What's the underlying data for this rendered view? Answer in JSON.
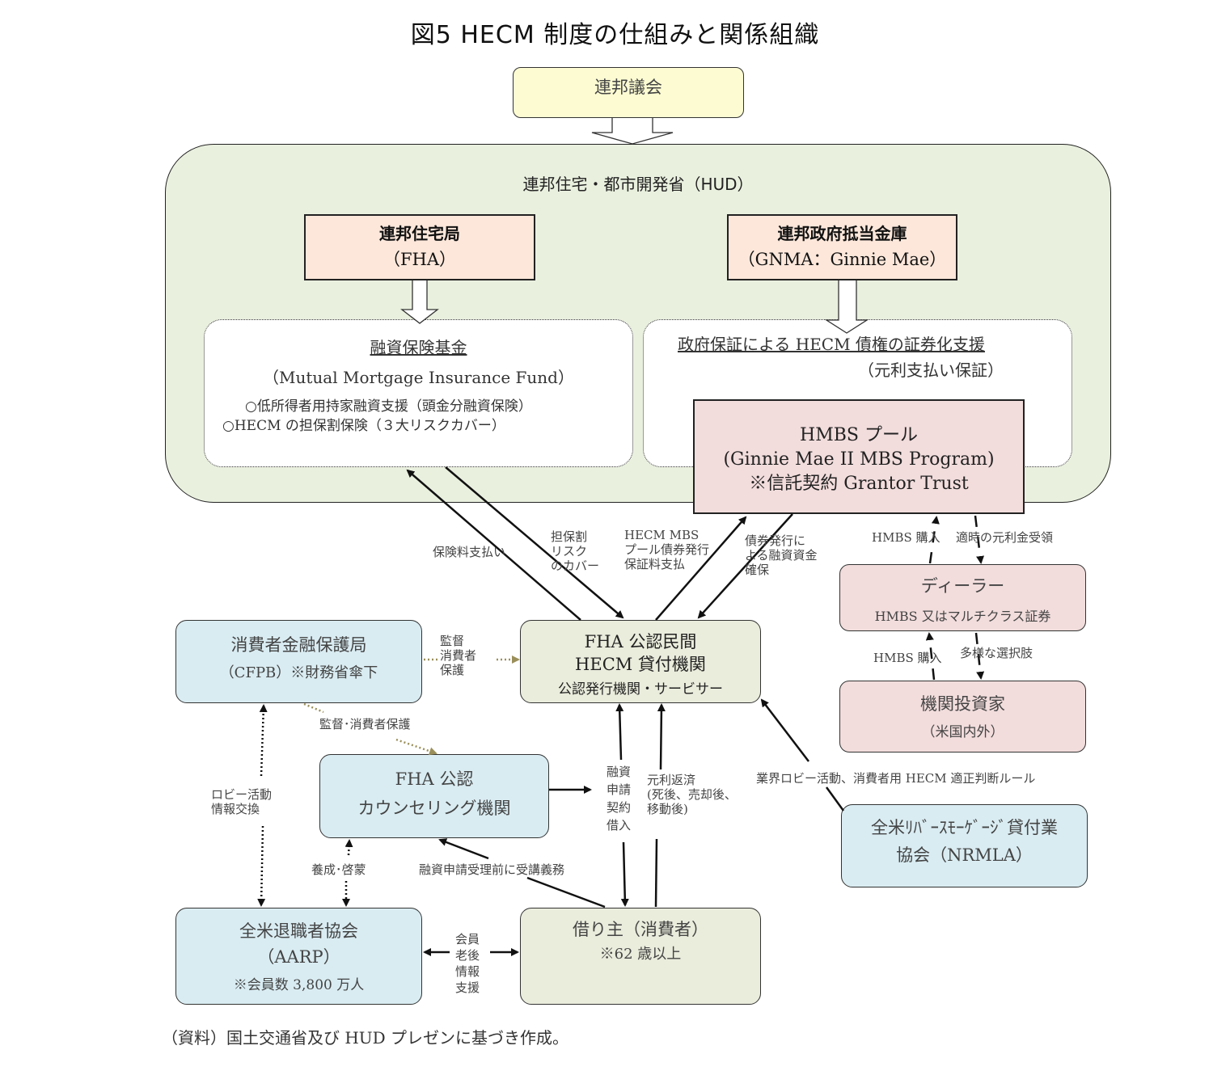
{
  "title": "図5  HECM 制度の仕組みと関係組織",
  "congress": {
    "label": "連邦議会"
  },
  "hud": {
    "label": "連邦住宅・都市開発省（HUD）"
  },
  "fha": {
    "name": "連邦住宅局",
    "abbr": "（FHA）"
  },
  "gnma": {
    "name": "連邦政府抵当金庫",
    "abbr": "（GNMA：Ginnie Mae）"
  },
  "mmif": {
    "title": "融資保険基金",
    "english": "（Mutual Mortgage Insurance Fund）",
    "items": [
      "○低所得者用持家融資支援（頭金分融資保険）",
      "○HECM の担保割保険（３大リスクカバー）"
    ]
  },
  "securitization": {
    "title": "政府保証による HECM 債権の証券化支援",
    "subtitle": "（元利支払い保証）"
  },
  "hmbs_pool": {
    "line1": "HMBS プール",
    "line2": "(Ginnie Mae II MBS Program)",
    "line3": "※信託契約  Grantor Trust"
  },
  "dealer": {
    "name": "ディーラー",
    "sub": "HMBS 又はマルチクラス証券"
  },
  "investor": {
    "name": "機関投資家",
    "sub": "（米国内外）"
  },
  "lender": {
    "line1": "FHA 公認民間",
    "line2": "HECM 貸付機関",
    "line3": "公認発行機関・サービサー"
  },
  "cfpb": {
    "line1": "消費者金融保護局",
    "line2": "（CFPB）※財務省傘下"
  },
  "counsel": {
    "line1": "FHA 公認",
    "line2": "カウンセリング機関"
  },
  "nrmla": {
    "line1": "全米ﾘﾊﾞｰｽﾓｰｹﾞｰｼﾞ貸付業",
    "line2": "協会（NRMLA）"
  },
  "aarp": {
    "line1": "全米退職者協会",
    "line2": "（AARP）",
    "line3": "※会員数 3,800 万人"
  },
  "borrower": {
    "line1": "借り主（消費者）",
    "line2": "※62 歳以上"
  },
  "edge_labels": {
    "premium": "保険料支払い",
    "risk_cover": [
      "担保割",
      "リスク",
      "のカバー"
    ],
    "guarantee_fee": [
      "HECM MBS",
      "プール債券発行",
      "保証料支払"
    ],
    "funding": [
      "債券発行に",
      "よる融資資金",
      "確保"
    ],
    "hmbs_buy_top": "HMBS 購入",
    "timely_pi": "適時の元利金受領",
    "hmbs_buy_bottom": "HMBS 購入",
    "diverse_choice": "多様な選択肢",
    "cfpb_lender": [
      "監督",
      "消費者",
      "保護"
    ],
    "cfpb_counsel": "監督･消費者保護",
    "lobby_info": [
      "ロビー活動",
      "情報交換"
    ],
    "training": "養成･啓蒙",
    "counsel_required": "融資申請受理前に受講義務",
    "loan_apply": [
      "融資",
      "申請",
      "契約",
      "借入"
    ],
    "repay": [
      "元利返済",
      "(死後、売却後、",
      "移動後)"
    ],
    "industry_lobby": "業界ロビー活動、消費者用 HECM 適正判断ルール",
    "member_support": [
      "会員",
      "老後",
      "情報",
      "支援"
    ]
  },
  "source_note": "（資料）国土交通省及び HUD プレゼンに基づき作成。",
  "colors": {
    "congress_fill": "#fdfbd2",
    "hud_fill": "#e9f0de",
    "agency_fill": "#fce7da",
    "pool_fill": "#f2dcdc",
    "lender_fill": "#eaecdc",
    "blue_fill": "#d9ecf2",
    "supervision_arrow": "#9a8f5a"
  }
}
